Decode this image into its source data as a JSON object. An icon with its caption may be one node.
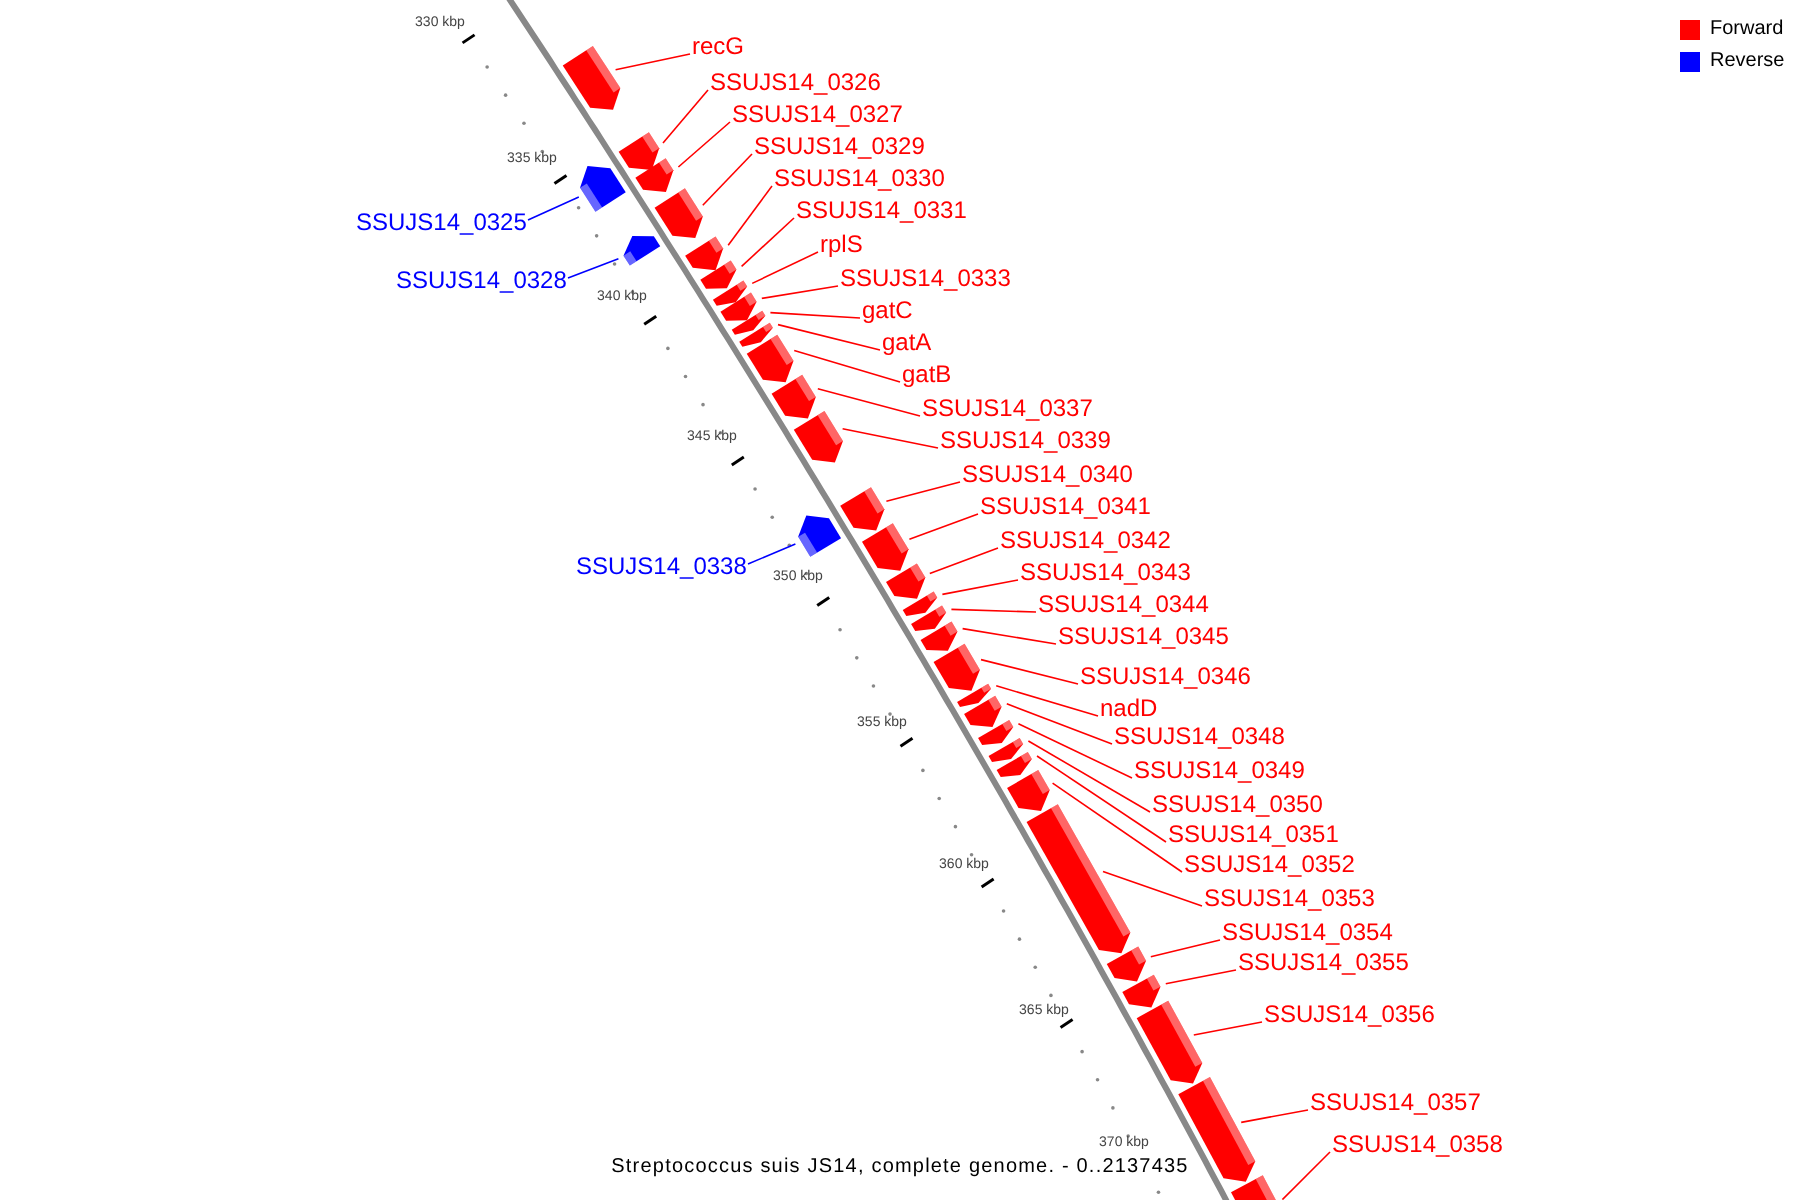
{
  "diagram": {
    "caption": "Streptococcus suis JS14, complete genome. - 0..2137435",
    "nodes": [
      {
        "text": [
          "recG"
        ]
      },
      {
        "text": [],
        "shape": "bar"
      },
      {
        "text": [
          "SSUJS14_0326"
        ]
      },
      {
        "text": [],
        "shape": "bar"
      },
      {
        "text": [
          "SSUJS14_0327"
        ]
      },
      {
        "text": [],
        "shape": "bar"
      },
      {
        "text": [
          "SSUJS14_0329"
        ]
      },
      {
        "text": [],
        "shape": "bar"
      },
      {
        "text": [
          "SSUJS14_0330"
        ]
      },
      {
        "text": [],
        "shape": "bar"
      },
      {
        "text": [
          "SSUJS14_0331"
        ]
      },
      {
        "text": [],
        "shape": "bar"
      },
      {
        "text": [
          "SSUJS14_0325"
        ]
      },
      {
        "text": [],
        "shape": "bar"
      },
      {
        "text": [
          "rplS"
        ]
      },
      {
        "text": [],
        "shape": "bar"
      },
      {
        "text": [
          "SSUJS14_0333"
        ]
      },
      {
        "text": [],
        "shape": "bar"
      },
      {
        "text": [
          "SSUJS14_0328"
        ]
      },
      {
        "text": [],
        "shape": "bar"
      },
      {
        "text": [
          "gatC"
        ]
      },
      {
        "text": [],
        "shape": "bar"
      },
      {
        "text": [
          "gatA"
        ]
      },
      {
        "text": [],
        "shape": "bar"
      },
      {
        "text": [
          "gatB"
        ]
      },
      {
        "text": [],
        "shape": "bar"
      },
      {
        "text": [
          "SSUJS14_0337"
        ]
      },
      {
        "text": [],
        "shape": "bar"
      },
      {
        "text": [
          "SSUJS14_0339"
        ]
      },
      {
        "text": [],
        "shape": "bar"
      },
      {
        "text": [
          "SSUJS14_0340"
        ]
      },
      {
        "text": [],
        "shape": "bar"
      },
      {
        "text": [
          "SSUJS14_0341"
        ]
      },
      {
        "text": [],
        "shape": "bar"
      },
      {
        "text": [
          "SSUJS14_0342"
        ]
      },
      {
        "text": [],
        "shape": "bar"
      },
      {
        "text": [
          "SSUJS14_0338"
        ]
      },
      {
        "text": [],
        "shape": "bar"
      },
      {
        "text": [
          "SSUJS14_0343"
        ]
      },
      {
        "text": [],
        "shape": "bar"
      },
      {
        "text": [
          "SSUJS14_0344"
        ]
      },
      {
        "text": [],
        "shape": "bar"
      },
      {
        "text": [
          "SSUJS14_0345"
        ]
      },
      {
        "text": [],
        "shape": "bar"
      },
      {
        "text": [
          "SSUJS14_0346"
        ]
      },
      {
        "text": [],
        "shape": "bar"
      },
      {
        "text": [
          "nadD"
        ]
      },
      {
        "text": [],
        "shape": "bar"
      },
      {
        "text": [
          "SSUJS14_0348"
        ]
      },
      {
        "text": [],
        "shape": "bar"
      },
      {
        "text": [
          "SSUJS14_0349"
        ]
      },
      {
        "text": [],
        "shape": "bar"
      },
      {
        "text": [
          "SSUJS14_0350"
        ]
      },
      {
        "text": [],
        "shape": "bar"
      },
      {
        "text": [
          "SSUJS14_0351"
        ]
      },
      {
        "text": [],
        "shape": "bar"
      },
      {
        "text": [
          "SSUJS14_0352"
        ]
      },
      {
        "text": [],
        "shape": "bar"
      },
      {
        "text": [
          "SSUJS14_0353"
        ]
      },
      {
        "text": [],
        "shape": "bar"
      },
      {
        "text": [
          "SSUJS14_0354"
        ]
      },
      {
        "text": [],
        "shape": "bar"
      },
      {
        "text": [
          "SSUJS14_0355"
        ]
      },
      {
        "text": [],
        "shape": "bar"
      },
      {
        "text": [
          "SSUJS14_0356"
        ]
      },
      {
        "text": [],
        "shape": "bar"
      },
      {
        "text": [
          "SSUJS14_0357"
        ]
      },
      {
        "text": [],
        "shape": "bar"
      },
      {
        "text": [
          "SSUJS14_0358"
        ]
      },
      {
        "text": [],
        "shape": "bar"
      }
    ],
    "edges": [
      {
        "from": 0,
        "to": 1,
        "arrow": "none"
      },
      {
        "from": 2,
        "to": 3,
        "arrow": "none"
      },
      {
        "from": 4,
        "to": 5,
        "arrow": "none"
      },
      {
        "from": 6,
        "to": 7,
        "arrow": "none"
      },
      {
        "from": 8,
        "to": 9,
        "arrow": "none"
      },
      {
        "from": 10,
        "to": 11,
        "arrow": "none"
      },
      {
        "from": 12,
        "to": 13,
        "arrow": "none",
        "color": "#0000ff"
      },
      {
        "from": 14,
        "to": 15,
        "arrow": "none"
      },
      {
        "from": 16,
        "to": 17,
        "arrow": "none"
      },
      {
        "from": 18,
        "to": 19,
        "arrow": "none",
        "color": "#0000ff"
      },
      {
        "from": 20,
        "to": 21,
        "arrow": "none"
      },
      {
        "from": 22,
        "to": 23,
        "arrow": "none"
      },
      {
        "from": 24,
        "to": 25,
        "arrow": "none"
      },
      {
        "from": 26,
        "to": 27,
        "arrow": "none"
      },
      {
        "from": 28,
        "to": 29,
        "arrow": "none"
      },
      {
        "from": 30,
        "to": 31,
        "arrow": "none"
      },
      {
        "from": 32,
        "to": 33,
        "arrow": "none"
      },
      {
        "from": 34,
        "to": 35,
        "arrow": "none"
      },
      {
        "from": 36,
        "to": 37,
        "arrow": "none",
        "color": "#0000ff"
      },
      {
        "from": 38,
        "to": 39,
        "arrow": "none"
      },
      {
        "from": 40,
        "to": 41,
        "arrow": "none"
      },
      {
        "from": 42,
        "to": 43,
        "arrow": "none"
      },
      {
        "from": 44,
        "to": 45,
        "arrow": "none"
      },
      {
        "from": 46,
        "to": 47,
        "arrow": "none"
      },
      {
        "from": 48,
        "to": 49,
        "arrow": "none"
      },
      {
        "from": 50,
        "to": 51,
        "arrow": "none"
      },
      {
        "from": 52,
        "to": 53,
        "arrow": "none"
      },
      {
        "from": 54,
        "to": 55,
        "arrow": "none"
      },
      {
        "from": 56,
        "to": 57,
        "arrow": "none"
      },
      {
        "from": 58,
        "to": 59,
        "arrow": "none"
      },
      {
        "from": 60,
        "to": 61,
        "arrow": "none"
      },
      {
        "from": 62,
        "to": 63,
        "arrow": "none"
      },
      {
        "from": 64,
        "to": 65,
        "arrow": "none"
      },
      {
        "from": 66,
        "to": 67,
        "arrow": "none"
      },
      {
        "from": 68,
        "to": 69,
        "arrow": "none"
      }
    ],
    "labels": [
      "330 kbp",
      "335 kbp",
      "340 kbp",
      "345 kbp",
      "350 kbp",
      "355 kbp",
      "360 kbp",
      "365 kbp",
      "370 kbp"
    ],
    "legend": [
      {
        "text": "Forward",
        "color": "#ff0000"
      },
      {
        "text": "Reverse",
        "color": "#0000ff"
      }
    ]
  }
}
